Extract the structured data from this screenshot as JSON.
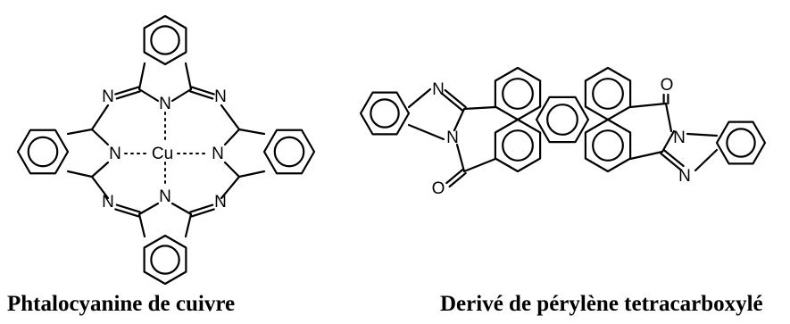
{
  "molecule_left": {
    "caption": "Phtalocyanine de cuivre",
    "atoms": {
      "metal": "Cu",
      "n1": "N",
      "n2": "N",
      "n3": "N",
      "n4": "N",
      "n5": "N",
      "n6": "N",
      "n7": "N",
      "n8": "N"
    }
  },
  "molecule_right": {
    "caption": "Derivé de pérylène tetracarboxylé",
    "atoms": {
      "n1": "N",
      "n2": "N",
      "n3": "N",
      "n4": "N",
      "o1": "O",
      "o2": "O"
    }
  }
}
